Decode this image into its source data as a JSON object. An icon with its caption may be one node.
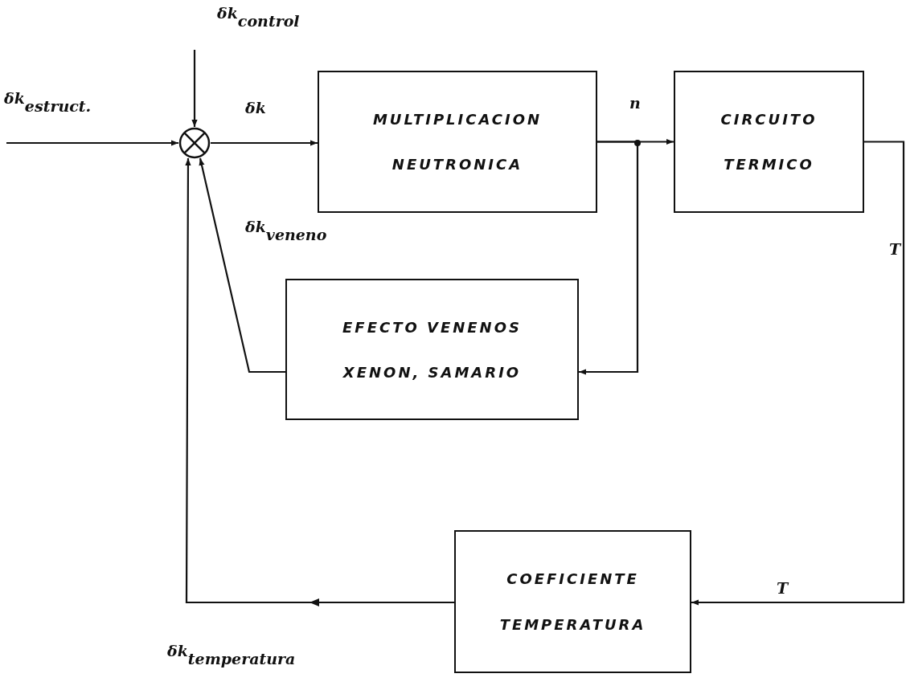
{
  "diagram": {
    "nodes": [
      {
        "text": [],
        "shape": "circle"
      },
      {
        "text": [
          "MULTIPLICACION",
          "NEUTRONICA"
        ]
      },
      {
        "text": [
          "CIRCUITO",
          "TERMICO"
        ]
      },
      {
        "text": [
          "EFECTO VENENOS",
          "XENON, SAMARIO"
        ]
      },
      {
        "text": [
          "COEFICIENTE",
          "TEMPERATURA"
        ]
      }
    ],
    "edges": [
      {
        "from": null,
        "to": 0,
        "arrow": "to",
        "label": "δk$_{control}$"
      },
      {
        "from": null,
        "to": 0,
        "arrow": "to",
        "label": "δk$_{estruct.}$"
      },
      {
        "from": 0,
        "to": 1,
        "arrow": "to",
        "label": "δk"
      },
      {
        "from": 1,
        "to": 2,
        "arrow": "to",
        "label": "n"
      },
      {
        "from": 1,
        "to": 3,
        "arrow": "to"
      },
      {
        "from": 3,
        "to": 0,
        "arrow": "to",
        "label": "δk$_{veneno}$"
      },
      {
        "from": 2,
        "to": 4,
        "arrow": "to",
        "label": "T"
      },
      {
        "from": 4,
        "to": 0,
        "arrow": "to",
        "label": "δk$_{temperatura}$"
      }
    ],
    "labels": [
      "T"
    ]
  }
}
